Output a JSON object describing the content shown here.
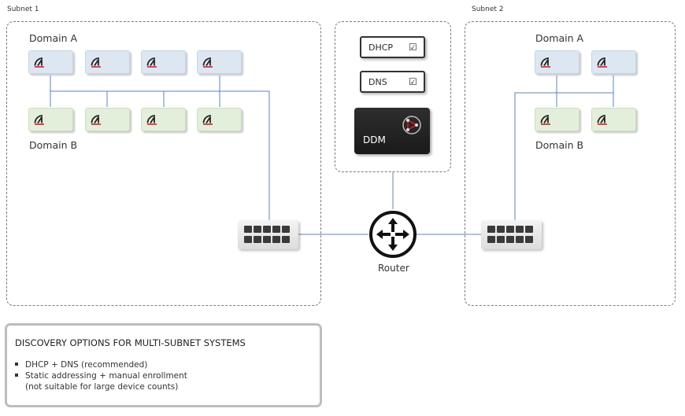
{
  "subnets": [
    {
      "label": "Subnet 1"
    },
    {
      "label": "Subnet 2"
    }
  ],
  "subnet1": {
    "domain_a": "Domain A",
    "domain_b": "Domain B"
  },
  "subnet2": {
    "domain_a": "Domain A",
    "domain_b": "Domain B"
  },
  "services": {
    "dhcp": "DHCP",
    "dns": "DNS",
    "ddm": "DDM",
    "checked_symbol": "☑"
  },
  "router": {
    "label": "Router"
  },
  "legend": {
    "title": "DISCOVERY OPTIONS FOR MULTI-SUBNET SYSTEMS",
    "items": [
      {
        "line1": "DHCP + DNS (recommended)",
        "line2": ""
      },
      {
        "line1": "Static addressing + manual enrollment",
        "line2": "(not suitable for large device counts)"
      }
    ]
  },
  "colors": {
    "link_line": "#5b84b8",
    "domain_a_tile": "#dde7f2",
    "domain_b_tile": "#e3efda",
    "device_logo_red": "#d0202a"
  }
}
